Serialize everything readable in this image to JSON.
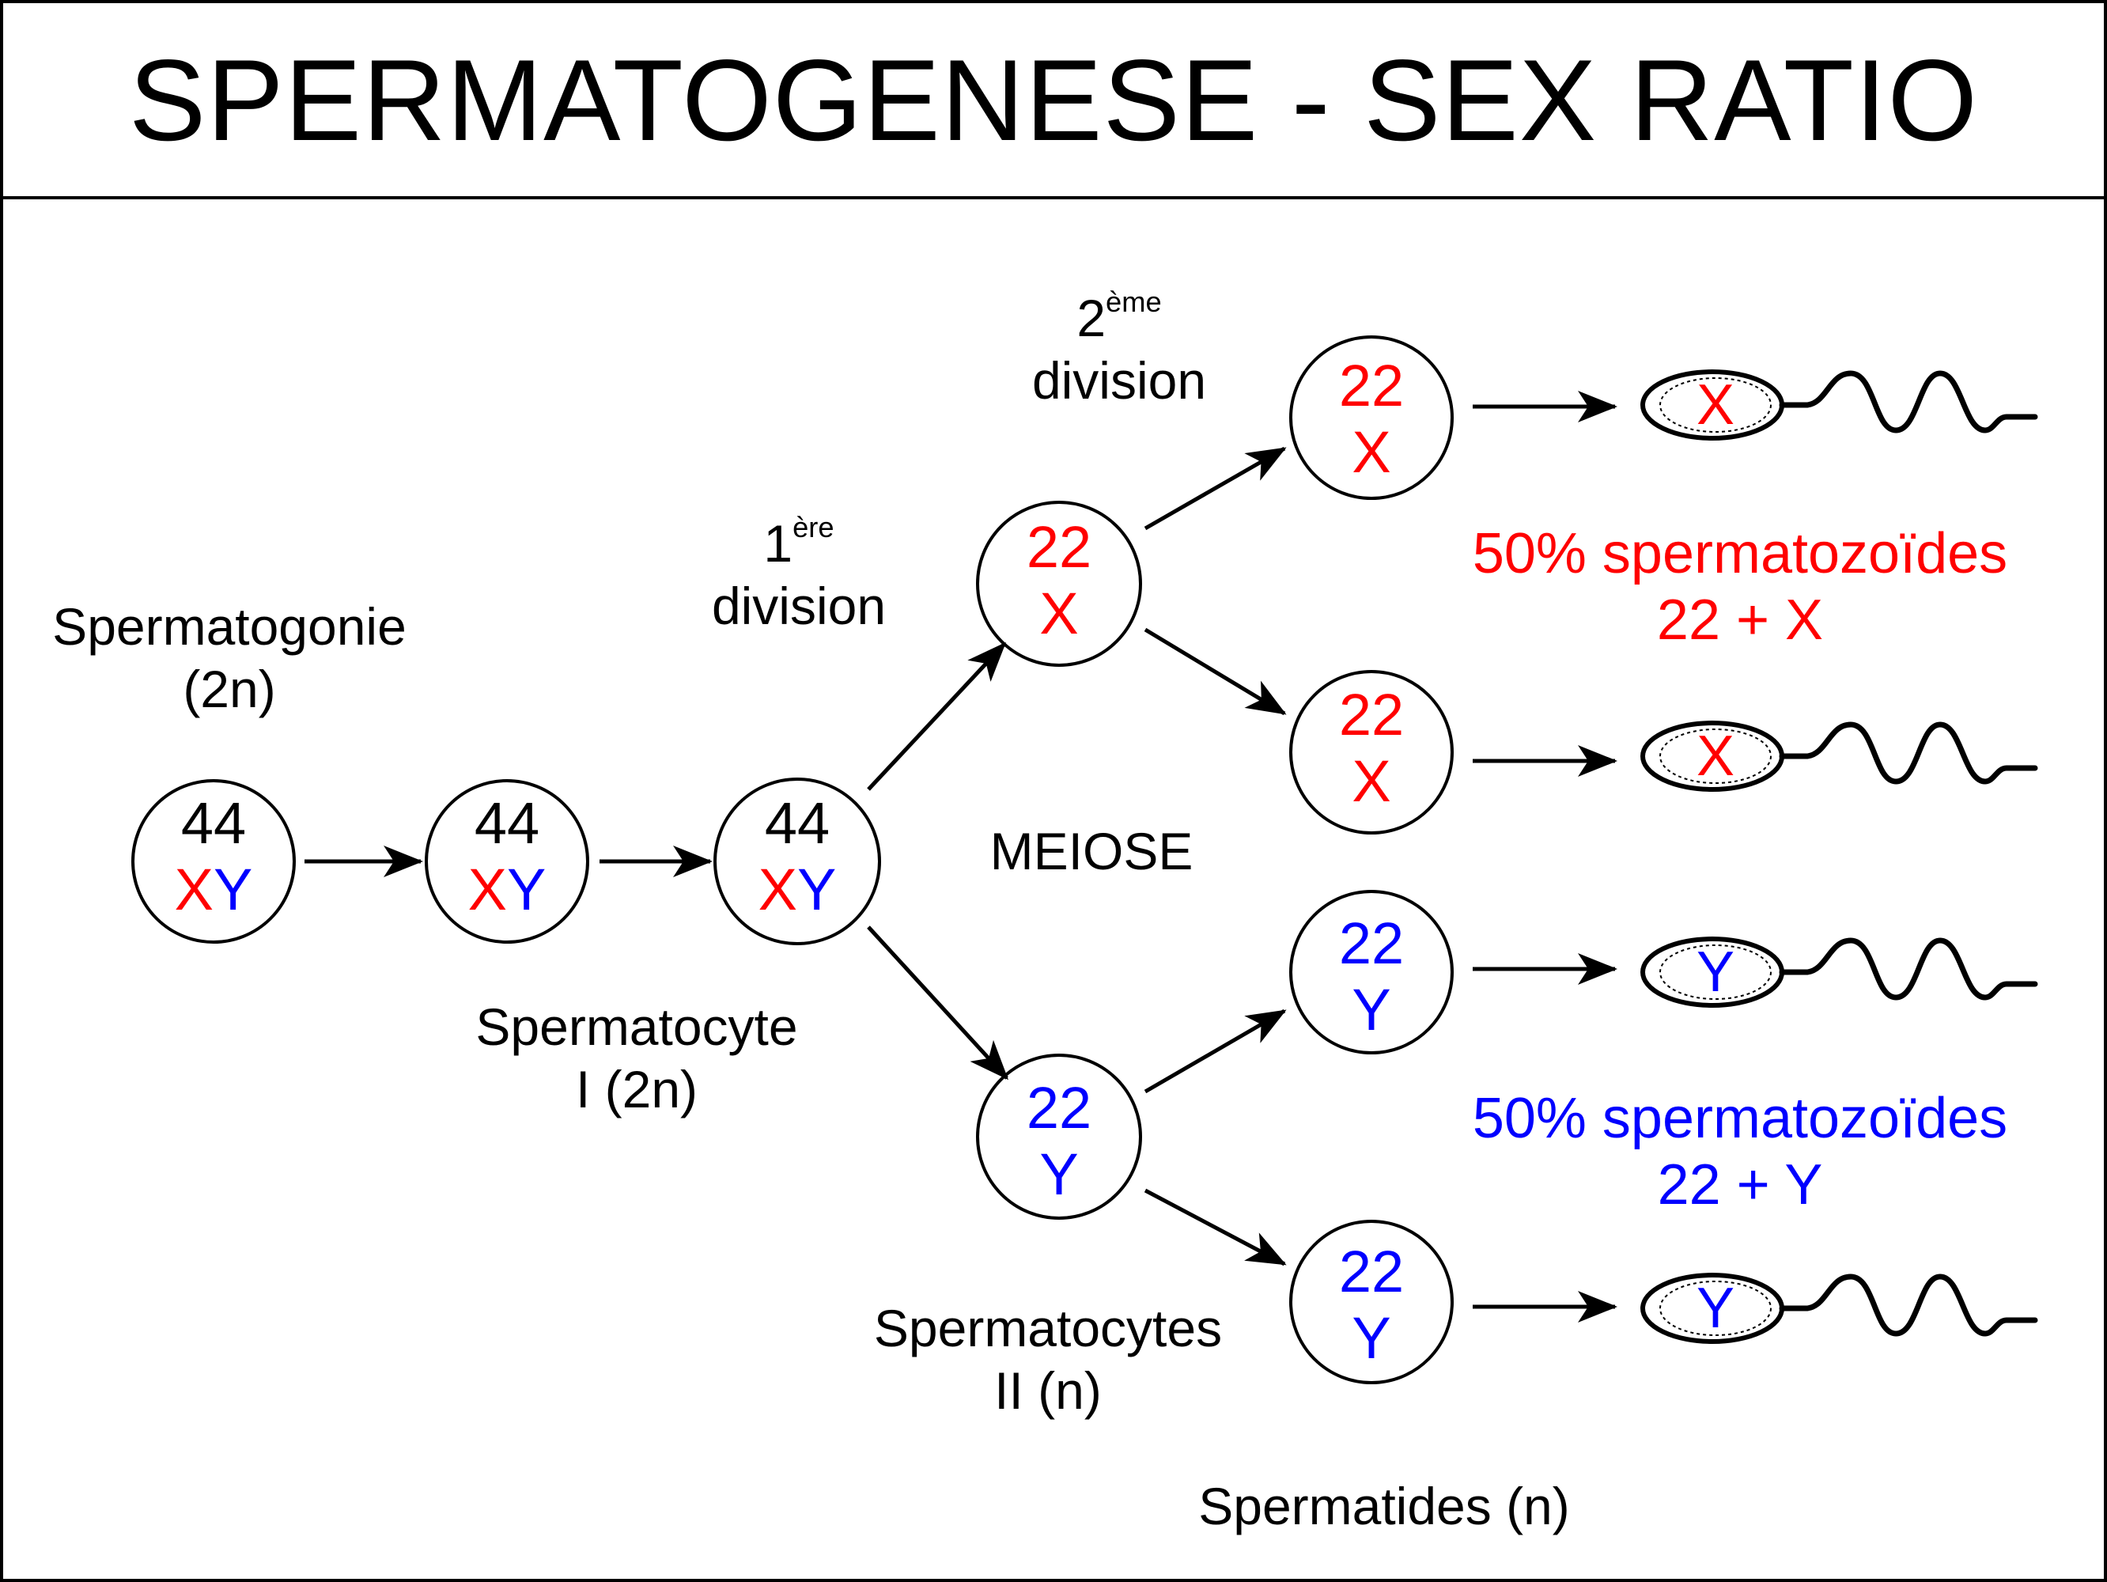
{
  "title": "SPERMATOGENESE - SEX RATIO",
  "colors": {
    "x": "#ff0000",
    "y": "#0000ff",
    "ink": "#000000",
    "background": "#ffffff"
  },
  "stages": {
    "spermatogonie": {
      "name": "Spermatogonie",
      "ploidy": "(2n)",
      "autosomes": "44",
      "x": "X",
      "y": "Y"
    },
    "spermatocyte_growth": {
      "autosomes": "44",
      "x": "X",
      "y": "Y"
    },
    "spermatocyte_1": {
      "name": "Spermatocyte",
      "ploidy": "I (2n)",
      "autosomes": "44",
      "x": "X",
      "y": "Y"
    },
    "spermatocytes_2": {
      "name": "Spermatocytes",
      "ploidy": "II (n)",
      "cells": [
        {
          "autosomes": "22",
          "sex": "X"
        },
        {
          "autosomes": "22",
          "sex": "Y"
        }
      ]
    },
    "spermatides": {
      "label": "Spermatides (n)",
      "cells": [
        {
          "autosomes": "22",
          "sex": "X"
        },
        {
          "autosomes": "22",
          "sex": "X"
        },
        {
          "autosomes": "22",
          "sex": "Y"
        },
        {
          "autosomes": "22",
          "sex": "Y"
        }
      ]
    }
  },
  "divisions": {
    "first": {
      "number": "1",
      "suffix": "ère",
      "word": "division"
    },
    "second": {
      "number": "2",
      "suffix": "ème",
      "word": "division"
    },
    "meiose": "MEIOSE"
  },
  "spermatozoa": [
    {
      "sex": "X"
    },
    {
      "sex": "X"
    },
    {
      "sex": "Y"
    },
    {
      "sex": "Y"
    }
  ],
  "results": {
    "x": {
      "line1": "50% spermatozoïdes",
      "line2": "22 + X"
    },
    "y": {
      "line1": "50% spermatozoïdes",
      "line2": "22 + Y"
    }
  }
}
